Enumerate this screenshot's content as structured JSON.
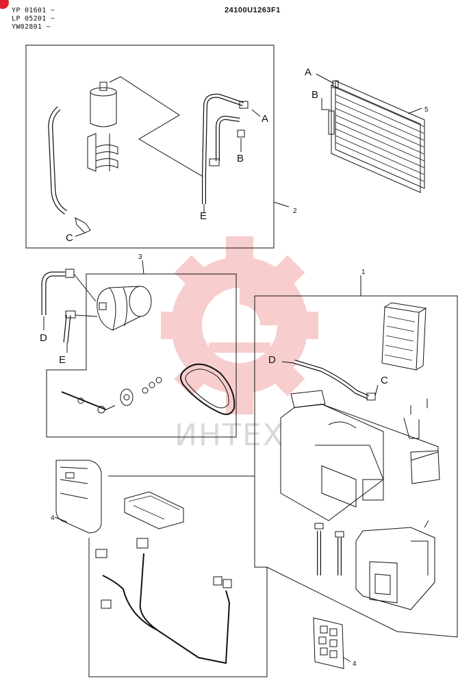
{
  "header": {
    "serials": [
      "YP 01601 ~",
      "LP 05201 ~",
      "YW02801 ~"
    ],
    "drawing_code": "24100U1263F1"
  },
  "callouts": {
    "top_group": {
      "a": "A",
      "b": "B",
      "c": "C",
      "e": "E",
      "num": "2"
    },
    "condenser": {
      "a": "A",
      "b": "B",
      "num": "5"
    },
    "compressor": {
      "group_num": "3",
      "d": "D",
      "e": "E"
    },
    "unit": {
      "group_num": "1",
      "d": "D",
      "c": "C"
    },
    "controller_num": "4",
    "panel_num": "4"
  },
  "watermark": {
    "text": "ИНТЕХ",
    "color": "#f4a6a6"
  }
}
